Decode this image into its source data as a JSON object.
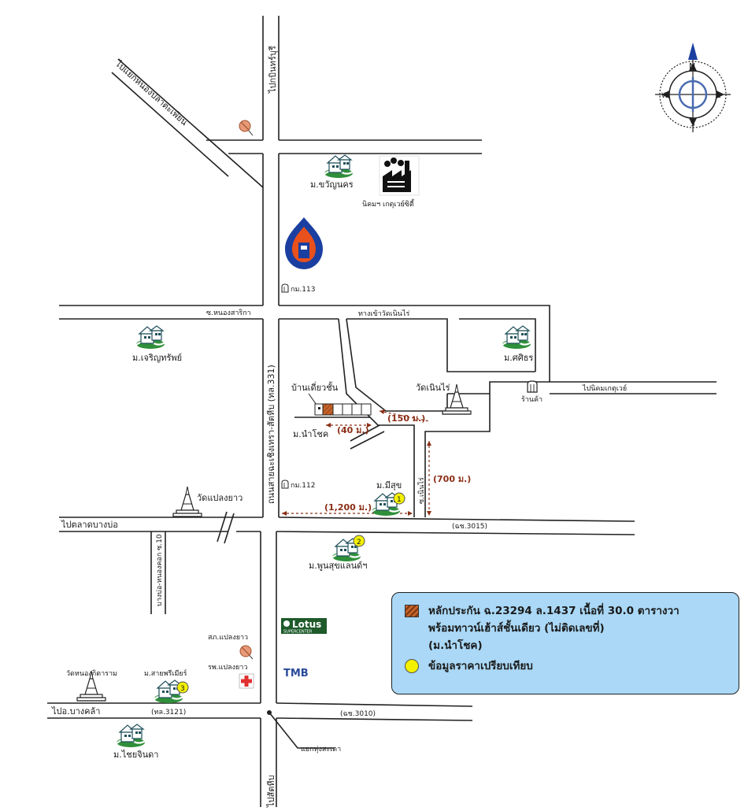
{
  "roads": {
    "to_kabin_buri": "ไปกบินทร์บุรี",
    "to_nongpla_lapien": "ไปแยกหนองปลาตะเพียน",
    "soi_nong_sarika": "ซ.หนองสาริกา",
    "to_wat_noen_rai": "ทางเข้าวัดเนินไร่",
    "main_road": "ถนนสายฉะเชิงเทรา-สัตหีบ (ทล.331)",
    "to_nikom_gateway": "ไปนิคมเกตุเวย์",
    "soi_noen_rai": "ซ.เนินไร่",
    "to_talad_bangbo": "ไปตลาดบางบ่อ",
    "road_3015": "(ฉช.3015)",
    "bangbo_nongkhok": "บางบ่อ-หนองคอก ซ.10",
    "to_amphoe_bangkla": "ไปอ.บางคล้า",
    "road_3121": "(ทล.3121)",
    "road_3010": "(ฉช.3010)",
    "junction_thung_sadao": "แยกทุ่งสะเดา",
    "to_sattahip": "ไปสัตหีบ"
  },
  "places": {
    "m_kwannakorn": "ม.ขวัญนคร",
    "nikom_gateway_city": "นิคมฯ เกตุเวย์ซิตี้",
    "km_113": "กม.113",
    "m_charoen_sap": "ม.เจริญทรัพย์",
    "m_sathaporn": "ม.ศศิธร",
    "wat_noen_rai": "วัดเนินไร่",
    "shop": "ร้านค้า",
    "single_storey_house": "บ้านเดี่ยวชั้น",
    "m_namchok": "ม.นำโชค",
    "km_112": "กม.112",
    "m_misuk": "ม.มีสุข",
    "wat_plaeng_yao": "วัดแปลงยาว",
    "m_phunsuk": "ม.พูนสุขแลนด์ฯ",
    "lotus": "Lotus",
    "lotus_sub": "SUPERCENTER",
    "police_plaeng_yao": "สภ.แปลงยาว",
    "hospital_plaeng_yao": "รพ.แปลงยาว",
    "tmb": "TMB",
    "wat_nong_kittaram": "วัดหนองกิตาราม",
    "m_sai_premier": "ม.สายพรีเมียร์",
    "m_chai_jinda": "ม.ไชยจินดา"
  },
  "distances": {
    "d_40": "(40 ม.)",
    "d_150": "(150 ม.)",
    "d_700": "(700 ม.)",
    "d_1200": "(1,200 ม.)"
  },
  "markers": {
    "m1": "1",
    "m2": "2",
    "m3": "3"
  },
  "compass": {
    "n": "N",
    "s": "S",
    "e": "E",
    "w": "W"
  },
  "legend": {
    "collateral_line1": "หลักประกัน ฉ.23294 ล.1437 เนื้อที่ 30.0 ตารางวา",
    "collateral_line2": "พร้อมทาวน์เฮ้าส์ชั้นเดียว (ไม่ติดเลขที่)",
    "collateral_line3": "(ม.นำโชค)",
    "comparison": "ข้อมูลราคาเปรียบเทียบ"
  },
  "colors": {
    "collateral": "#c8632a",
    "comparison": "#f3f000",
    "legend_bg": "#aad8f6",
    "distance": "#8b2e16",
    "lawn": "#2f8f3a",
    "compass_blue": "#1a3fa0"
  }
}
